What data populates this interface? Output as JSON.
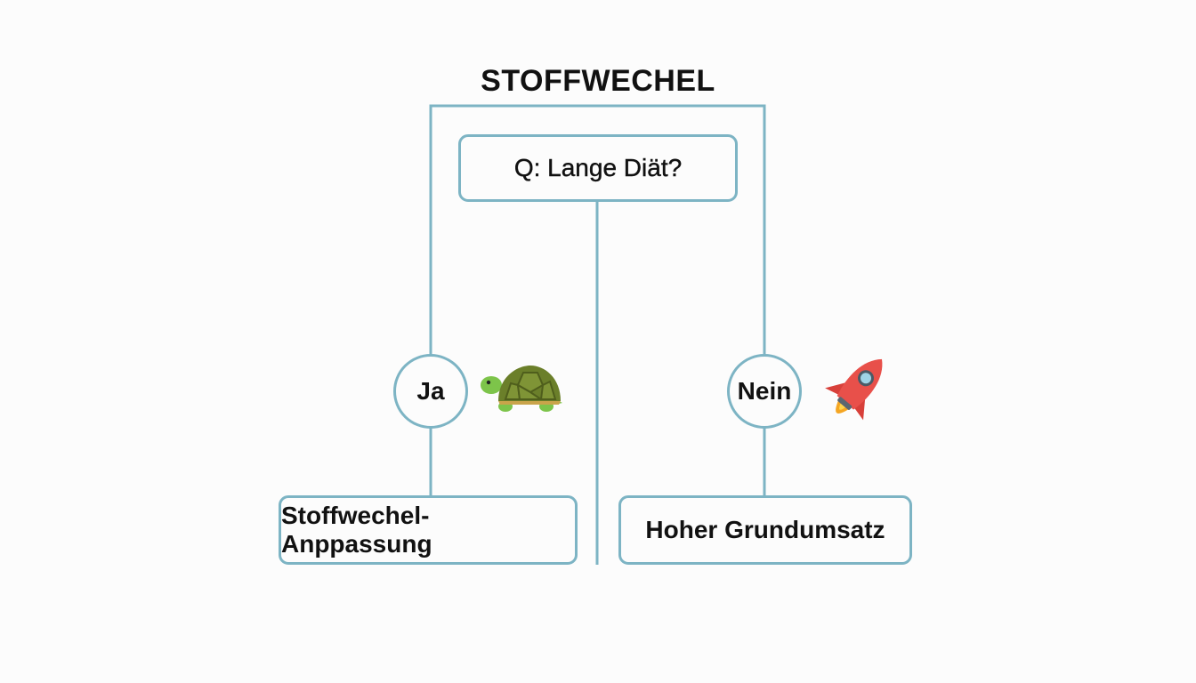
{
  "title": "STOFFWECHEL",
  "question": "Q: Lange Diät?",
  "branches": {
    "yes": {
      "label": "Ja",
      "icon": "turtle-icon",
      "outcome": "Stoffwechel-Anppassung"
    },
    "no": {
      "label": "Nein",
      "icon": "rocket-icon",
      "outcome": "Hoher Grundumsatz"
    }
  },
  "colors": {
    "connector": "#7db4c4",
    "text": "#111111",
    "background": "#fcfcfc"
  }
}
